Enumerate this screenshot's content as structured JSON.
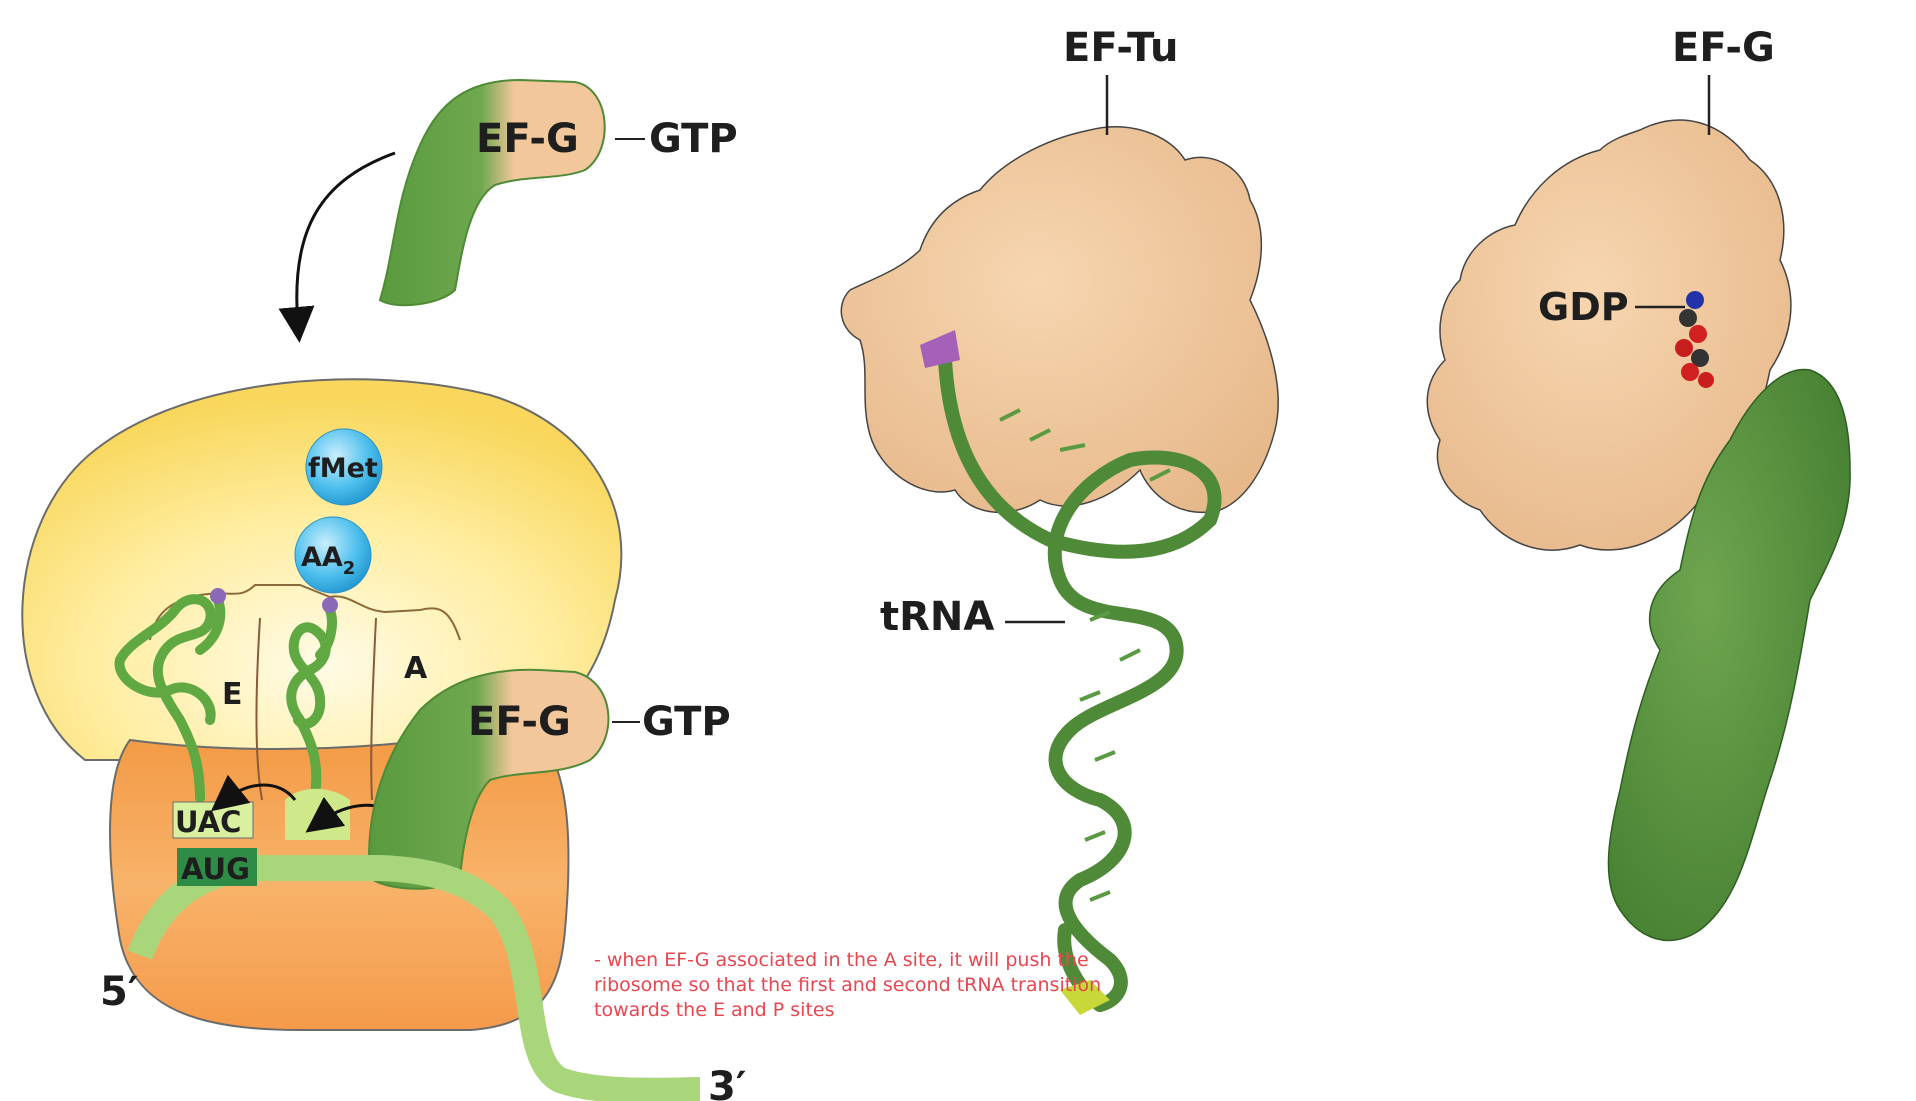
{
  "diagram": {
    "labels": {
      "efg_top": "EF-G",
      "gtp_top": "GTP",
      "fmet": "fMet",
      "aa2": "AA",
      "aa2_sub": "2",
      "site_e": "E",
      "site_a": "A",
      "efg_bound": "EF-G",
      "gtp_bound": "GTP",
      "codon_uac": "UAC",
      "codon_aug": "AUG",
      "five_prime": "5′",
      "three_prime": "3′",
      "eftu": "EF-Tu",
      "trna": "tRNA",
      "efg_right": "EF-G",
      "gdp": "GDP"
    },
    "annotation": "- when EF-G associated in the A site, it will push the ribosome so that the first and second tRNA transition towards the E and P sites"
  }
}
